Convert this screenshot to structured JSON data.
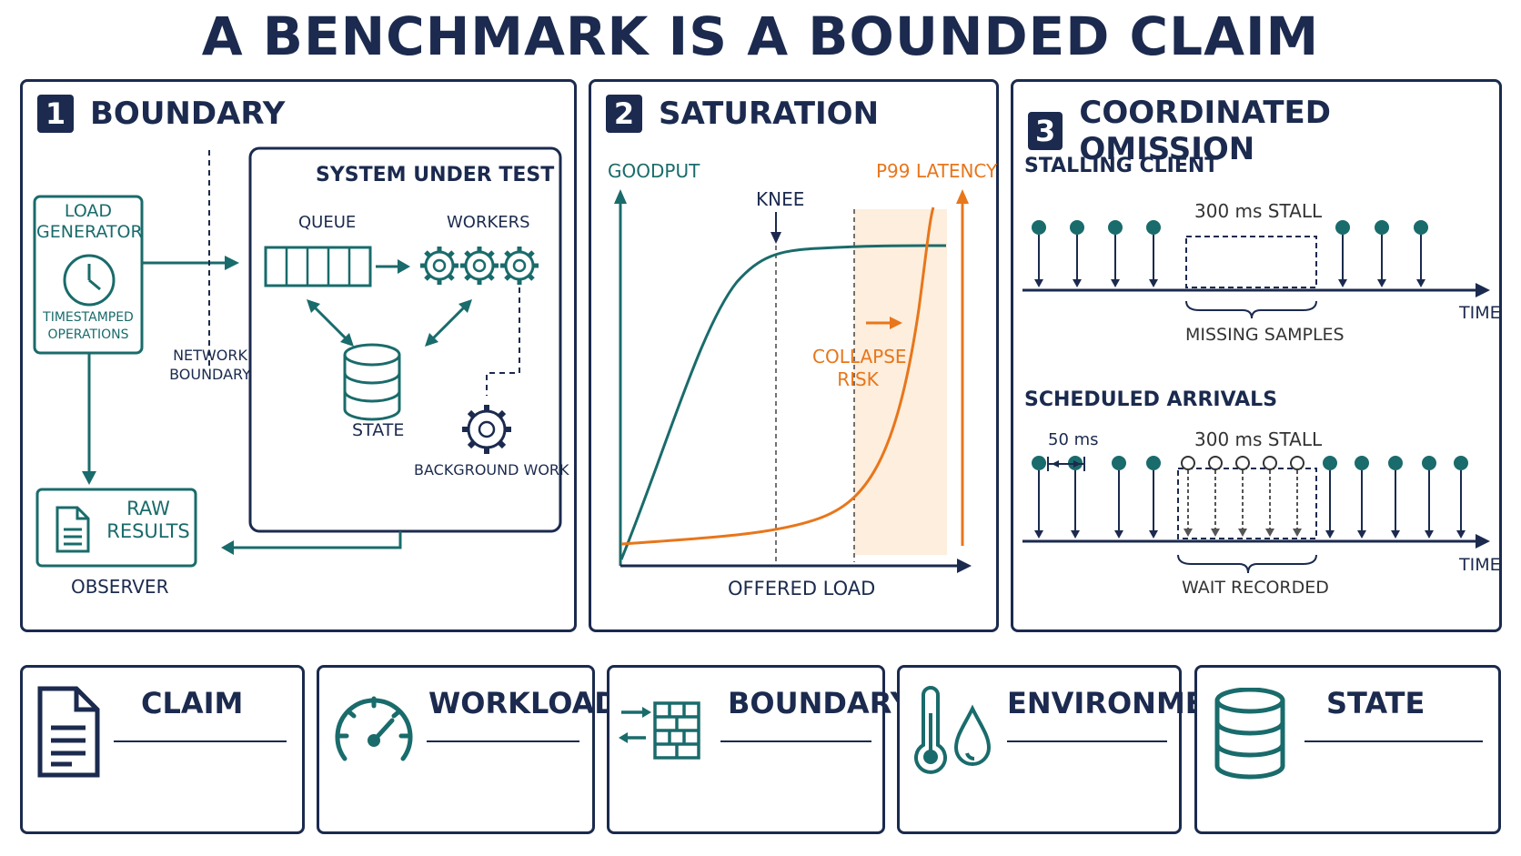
{
  "title": "A BENCHMARK IS A BOUNDED CLAIM",
  "colors": {
    "navy": "#1b2a4e",
    "teal": "#1a6b6b",
    "orange": "#e8761b",
    "shade": "#fdeedd"
  },
  "panel1": {
    "number": "1",
    "title": "BOUNDARY",
    "system_under_test": "SYSTEM UNDER TEST",
    "queue": "QUEUE",
    "workers": "WORKERS",
    "state": "STATE",
    "background_work": "BACKGROUND WORK",
    "load_generator_line1": "LOAD",
    "load_generator_line2": "GENERATOR",
    "timestamped_line1": "TIMESTAMPED",
    "timestamped_line2": "OPERATIONS",
    "network_line1": "NETWORK",
    "network_line2": "BOUNDARY",
    "raw_line1": "RAW",
    "raw_line2": "RESULTS",
    "observer": "OBSERVER"
  },
  "panel2": {
    "number": "2",
    "title": "SATURATION",
    "goodput": "GOODPUT",
    "p99": "P99 LATENCY",
    "knee": "KNEE",
    "collapse_line1": "COLLAPSE",
    "collapse_line2": "RISK",
    "offered_load": "OFFERED LOAD"
  },
  "panel3": {
    "number": "3",
    "title": "COORDINATED OMISSION",
    "stalling_client": "STALLING CLIENT",
    "stall1": "300 ms STALL",
    "missing_samples": "MISSING SAMPLES",
    "time1": "TIME",
    "scheduled_arrivals": "SCHEDULED ARRIVALS",
    "interval": "50 ms",
    "stall2": "300 ms STALL",
    "wait_recorded": "WAIT RECORDED",
    "time2": "TIME"
  },
  "cards": [
    {
      "label": "CLAIM",
      "icon": "document-icon"
    },
    {
      "label": "WORKLOAD",
      "icon": "speedometer-icon"
    },
    {
      "label": "BOUNDARY",
      "icon": "firewall-icon"
    },
    {
      "label": "ENVIRONMENT",
      "icon": "thermometer-drop-icon"
    },
    {
      "label": "STATE",
      "icon": "database-icon"
    }
  ]
}
